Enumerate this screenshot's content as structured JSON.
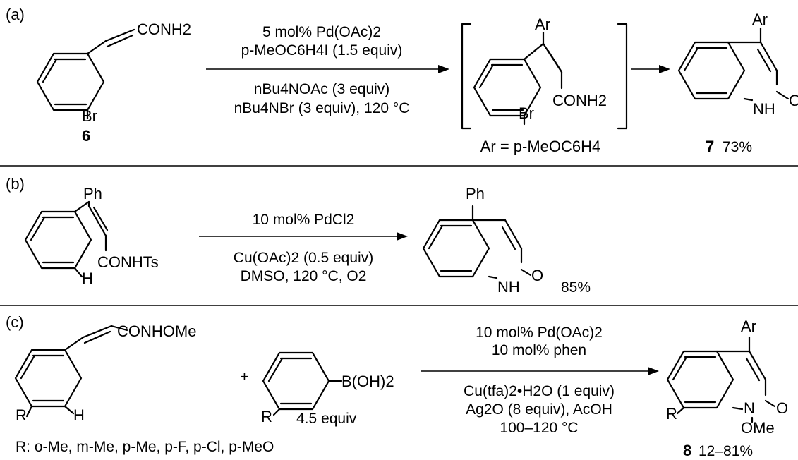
{
  "panels": [
    {
      "tag": "(a)",
      "reactant": {
        "group": "CONH2",
        "sub": "Br",
        "id": "6"
      },
      "conditions_above": [
        "5 mol% Pd(OAc)2",
        "p-MeOC6H4I (1.5 equiv)"
      ],
      "conditions_below": [
        "nBu4NOAc (3 equiv)",
        "nBu4NBr (3 equiv), 120 °C"
      ],
      "intermediate": {
        "top": "Ar",
        "group": "CONH2",
        "sub": "Br",
        "note": "Ar = p-MeOC6H4"
      },
      "product": {
        "top": "Ar",
        "nh": "NH",
        "o": "O",
        "id": "7",
        "yield": "73%"
      }
    },
    {
      "tag": "(b)",
      "reactant": {
        "top": "Ph",
        "group": "CONHTs",
        "h": "H"
      },
      "conditions_above": [
        "10 mol% PdCl2"
      ],
      "conditions_below": [
        "Cu(OAc)2 (0.5 equiv)",
        "DMSO, 120 °C, O2"
      ],
      "product": {
        "top": "Ph",
        "nh": "NH",
        "o": "O",
        "yield": "85%"
      }
    },
    {
      "tag": "(c)",
      "reactant": {
        "group": "CONHOMe",
        "r": "R",
        "h": "H"
      },
      "plus": "+",
      "reagent": {
        "group": "B(OH)2",
        "r": "R",
        "amount": "4.5 equiv"
      },
      "conditions_above": [
        "10 mol% Pd(OAc)2",
        "10 mol% phen"
      ],
      "conditions_below": [
        "Cu(tfa)2•H2O (1 equiv)",
        "Ag2O (8 equiv), AcOH",
        "100–120 °C"
      ],
      "product": {
        "top": "Ar",
        "r": "R",
        "n": "N",
        "ome": "OMe",
        "o": "O",
        "id": "8",
        "yield": "12–81%"
      },
      "scope": "R: o-Me, m-Me, p-Me, p-F, p-Cl, p-MeO"
    }
  ]
}
